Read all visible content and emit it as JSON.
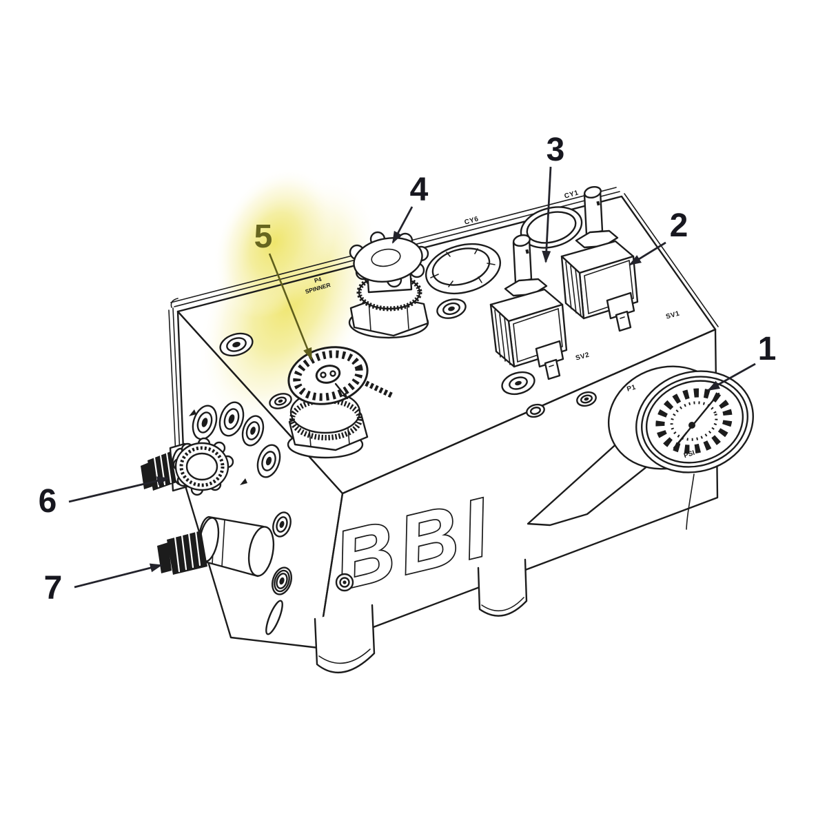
{
  "diagram": {
    "brand_logo": "BBI",
    "highlight_glow_color": "#f0e878",
    "line_color": "#1c1c1c",
    "number_color": "#17171f",
    "highlighted_number_color": "#66651f"
  },
  "callouts": [
    {
      "number": "1",
      "highlighted": false
    },
    {
      "number": "2",
      "highlighted": false
    },
    {
      "number": "3",
      "highlighted": false
    },
    {
      "number": "4",
      "highlighted": false
    },
    {
      "number": "5",
      "highlighted": true
    },
    {
      "number": "6",
      "highlighted": false
    },
    {
      "number": "7",
      "highlighted": false
    }
  ],
  "port_labels": {
    "cy6": "CY6",
    "cy1": "CY1",
    "sv1": "SV1",
    "sv2": "SV2",
    "p1": "P1",
    "p4_line1": "P4",
    "p4_line2": "SPINNER"
  },
  "gauge": {
    "unit": "PSI"
  }
}
